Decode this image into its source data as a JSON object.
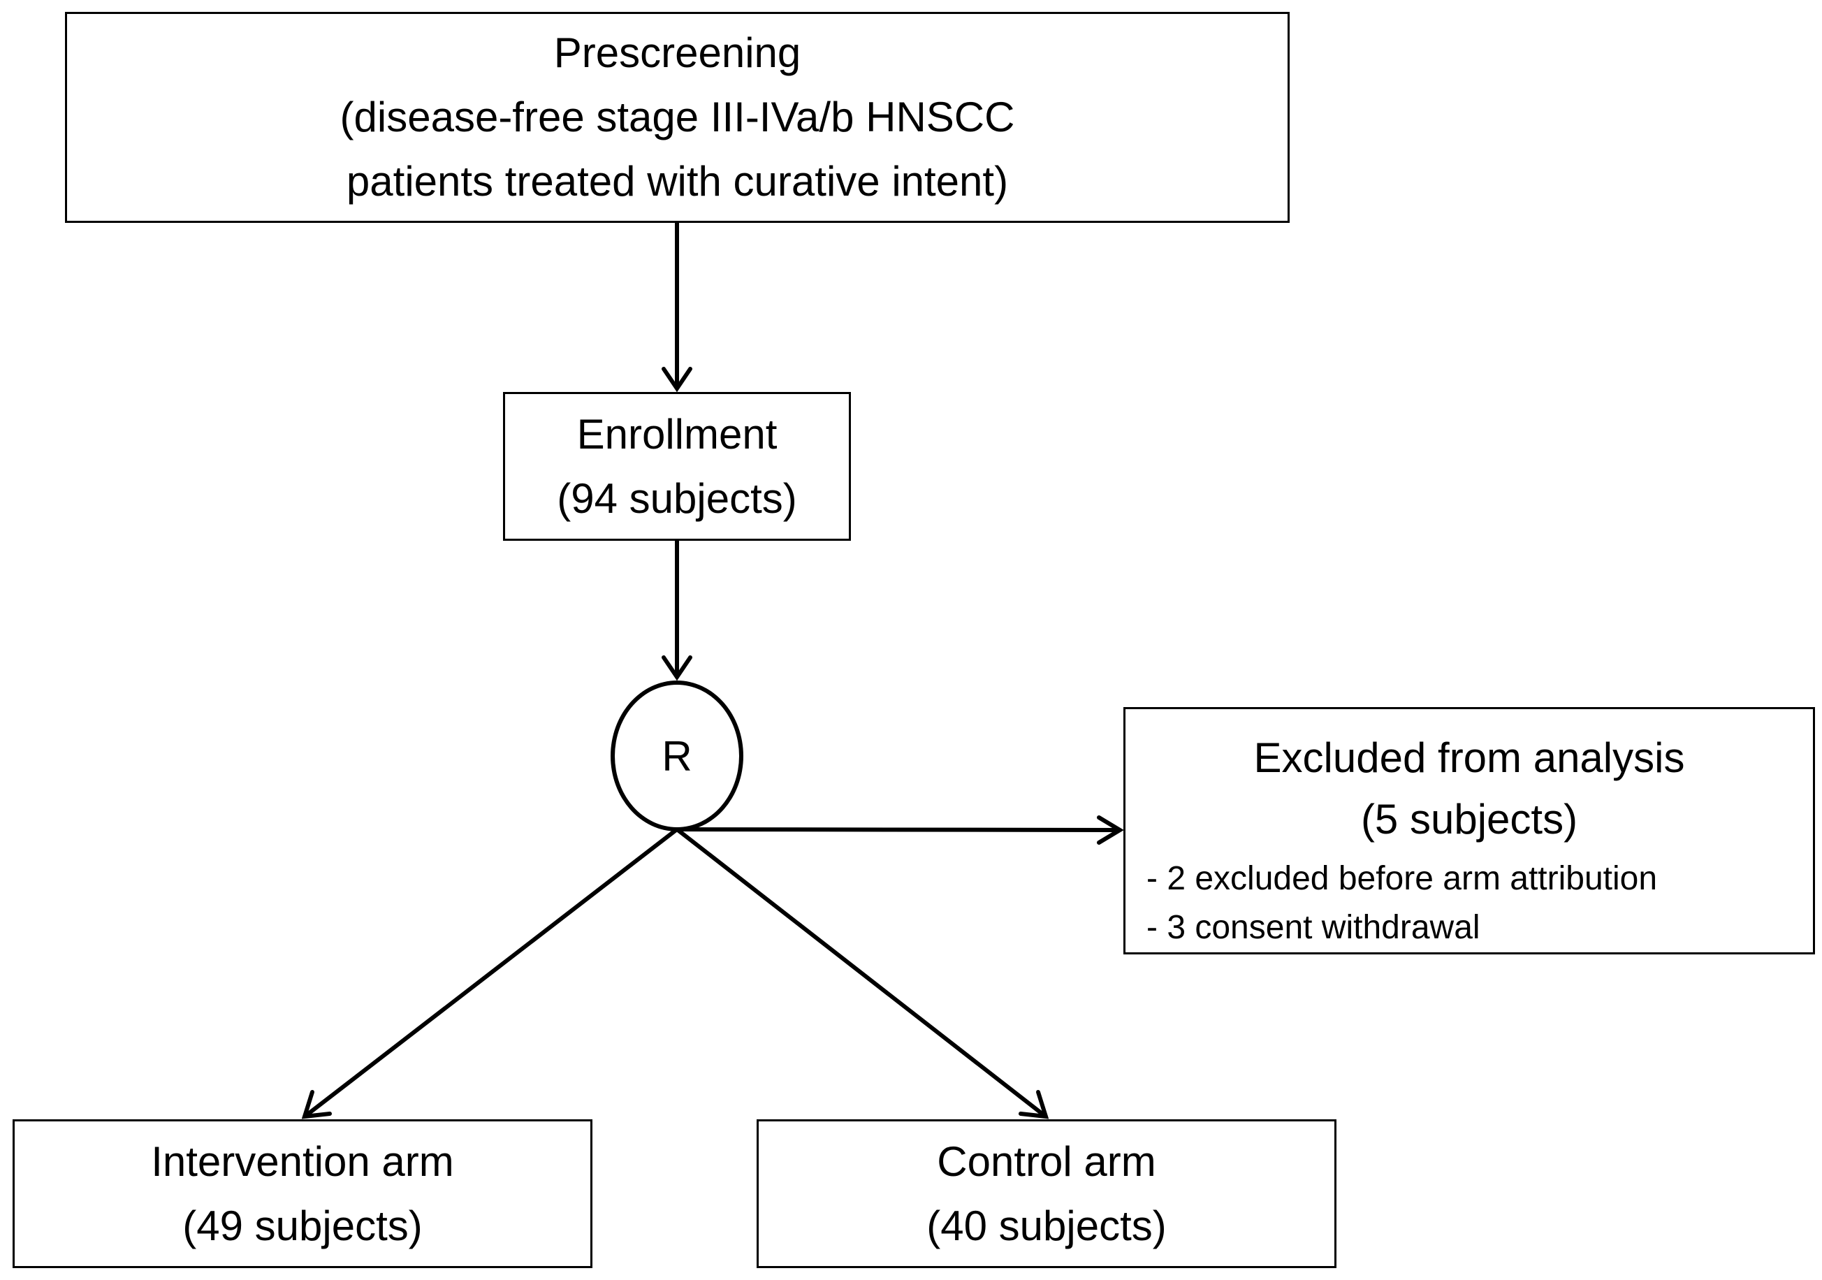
{
  "prescreening": {
    "title": "Prescreening",
    "line2": "(disease-free stage III-IVa/b HNSCC",
    "line3": "patients treated with curative intent)"
  },
  "enrollment": {
    "title": "Enrollment",
    "count": "(94 subjects)"
  },
  "randomization": {
    "label": "R"
  },
  "excluded": {
    "title": "Excluded from analysis",
    "count": "(5 subjects)",
    "details": [
      "- 2 excluded before arm attribution",
      "- 3 consent withdrawal"
    ]
  },
  "intervention": {
    "title": "Intervention arm",
    "count": "(49 subjects)"
  },
  "control": {
    "title": "Control arm",
    "count": "(40 subjects)"
  }
}
